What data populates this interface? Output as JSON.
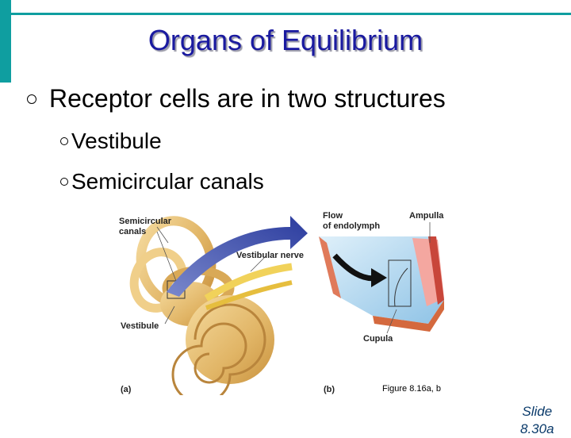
{
  "title": "Organs of Equilibrium",
  "bullets": {
    "main": "Receptor cells are in two structures",
    "sub": [
      "Vestibule",
      "Semicircular canals"
    ]
  },
  "figure": {
    "labels": {
      "semicircular_line1": "Semicircular",
      "semicircular_line2": "canals",
      "vestibular_nerve": "Vestibular nerve",
      "vestibule": "Vestibule",
      "flow_line1": "Flow",
      "flow_line2": "of endolymph",
      "ampulla": "Ampulla",
      "cupula": "Cupula",
      "panel_a": "(a)",
      "panel_b": "(b)"
    },
    "caption": "Figure 8.16a, b"
  },
  "slide_number": {
    "line1": "Slide",
    "line2": "8.30a"
  },
  "colors": {
    "accent": "#0f9ea0",
    "title": "#1a1aa0",
    "arrow": "#2b3c9e",
    "bone": "#e8c27a",
    "canal": "#bfe0f4"
  }
}
